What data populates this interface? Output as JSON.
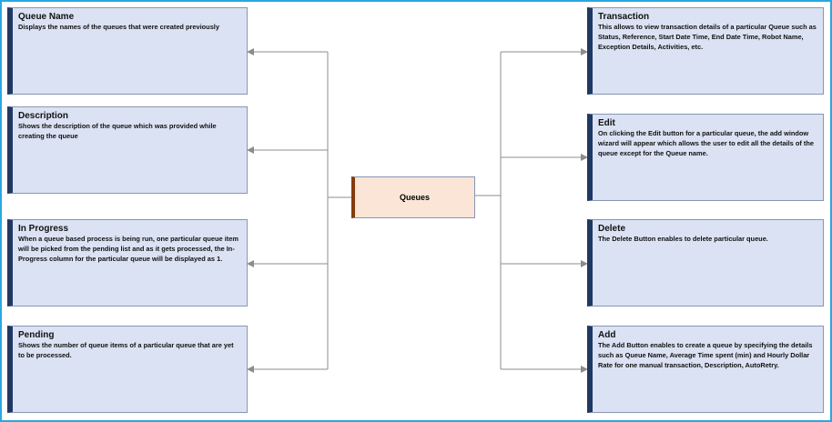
{
  "center": {
    "label": "Queues"
  },
  "left_boxes": [
    {
      "title": "Queue Name",
      "description": "Displays the names of the queues that were created previously"
    },
    {
      "title": "Description",
      "description": "Shows the description of the queue which was provided while creating the queue"
    },
    {
      "title": "In Progress",
      "description": "When a queue based process is being run, one particular queue item will be picked from the pending list and as it gets processed, the In-Progress column for the particular queue will be displayed as 1."
    },
    {
      "title": "Pending",
      "description": "Shows the number of queue items of a particular queue that are yet to be processed."
    }
  ],
  "right_boxes": [
    {
      "title": "Transaction",
      "description": "This allows to view transaction details of a particular Queue such as Status, Reference, Start Date Time, End Date Time, Robot Name, Exception Details, Activities, etc."
    },
    {
      "title": "Edit",
      "description": "On clicking the Edit button for a particular queue, the add window wizard will appear which allows the user to edit all the details of the queue except for the Queue name."
    },
    {
      "title": "Delete",
      "description": "The Delete Button enables to delete particular queue."
    },
    {
      "title": "Add",
      "description": "The Add Button enables to create a queue by specifying the details such as Queue Name, Average Time spent (min) and Hourly Dollar Rate for one manual transaction, Description, AutoRetry."
    }
  ],
  "colors": {
    "frame": "#29a8e0",
    "box_fill": "#dbe2f3",
    "box_accent": "#1f3864",
    "center_fill": "#fbe5d6",
    "center_accent": "#843c0c",
    "connector": "#8c8c8c"
  }
}
